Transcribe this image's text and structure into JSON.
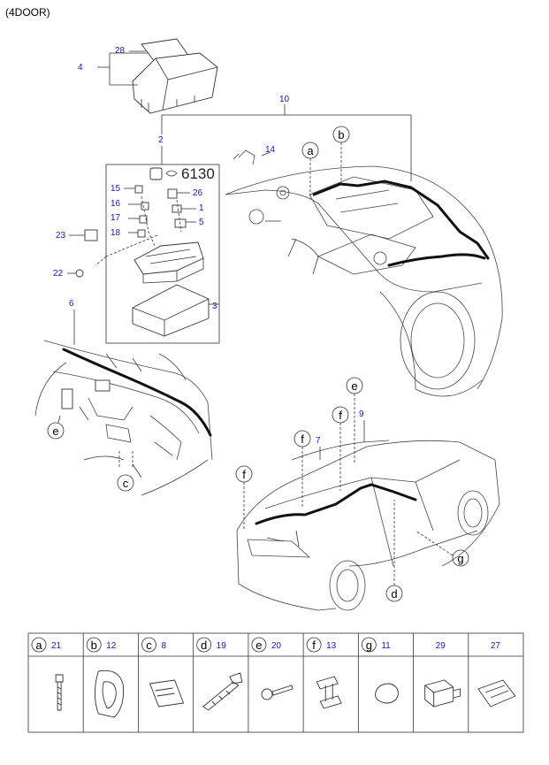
{
  "header": {
    "title": "(4DOOR)"
  },
  "callouts": {
    "c28": "28",
    "c4": "4",
    "c10": "10",
    "c2": "2",
    "c14": "14",
    "c15": "15",
    "c16": "16",
    "c17": "17",
    "c18": "18",
    "c26": "26",
    "c1": "1",
    "c5": "5",
    "c23": "23",
    "c22": "22",
    "c3": "3",
    "c6": "6",
    "c9": "9",
    "c7": "7",
    "fuse_code": "6130"
  },
  "letters": {
    "a": "a",
    "b": "b",
    "c": "c",
    "d": "d",
    "e": "e",
    "f": "f",
    "g": "g"
  },
  "table": [
    {
      "letter": "a",
      "num": "21",
      "icon": "bolt-icon"
    },
    {
      "letter": "b",
      "num": "12",
      "icon": "protector-icon"
    },
    {
      "letter": "c",
      "num": "8",
      "icon": "pad-icon"
    },
    {
      "letter": "d",
      "num": "19",
      "icon": "clip-strap-icon"
    },
    {
      "letter": "e",
      "num": "20",
      "icon": "grommet-bolt-icon"
    },
    {
      "letter": "f",
      "num": "13",
      "icon": "clamp-icon"
    },
    {
      "letter": "g",
      "num": "11",
      "icon": "plug-icon"
    },
    {
      "letter": "",
      "num": "29",
      "icon": "connector-icon"
    },
    {
      "letter": "",
      "num": "27",
      "icon": "tape-pad-icon"
    }
  ]
}
